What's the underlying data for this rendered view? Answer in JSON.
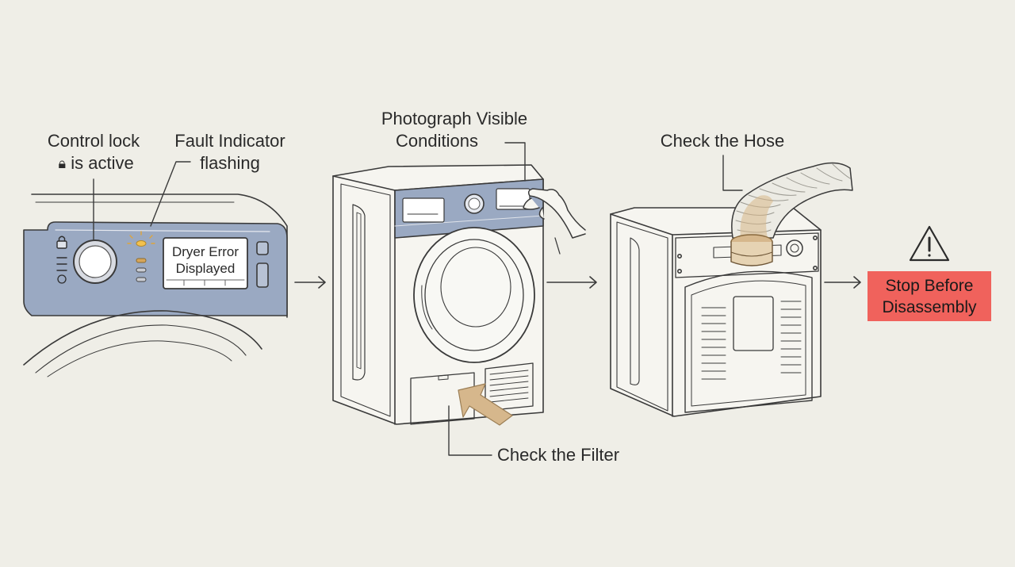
{
  "labels": {
    "control_lock_line1": "Control lock",
    "control_lock_line2": "is active",
    "fault_line1": "Fault Indicator",
    "fault_line2": "flashing",
    "screen_line1": "Dryer Error",
    "screen_line2": "Displayed",
    "photo_line1": "Photograph Visible",
    "photo_line2": "Conditions",
    "filter": "Check the Filter",
    "hose": "Check the Hose",
    "stop_line1": "Stop Before",
    "stop_line2": "Disassembly"
  },
  "icons": {
    "lock": "lock-icon",
    "warning": "warning-triangle-icon",
    "fault_light": "flashing-light-icon",
    "hand": "hand-icon"
  },
  "colors": {
    "background": "#efeee7",
    "panel": "#9aa9c2",
    "accent_arrow": "#d6b78c",
    "stop": "#f0625c"
  }
}
